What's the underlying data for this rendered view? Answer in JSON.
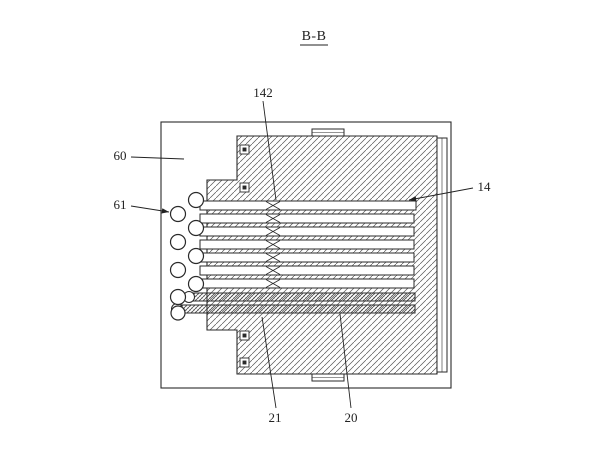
{
  "page": {
    "title": "B-B"
  },
  "callouts": {
    "c60": "60",
    "c61": "61",
    "c142": "142",
    "c14": "14",
    "c21": "21",
    "c20": "20"
  },
  "colors": {
    "line": "#2a2a2a",
    "hatch": "#555555",
    "background": "#ffffff"
  }
}
